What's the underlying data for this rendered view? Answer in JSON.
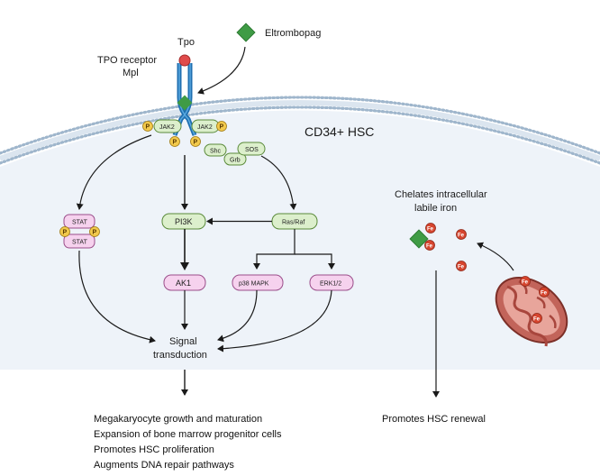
{
  "labels": {
    "tpo": "Tpo",
    "receptor_line1": "TPO receptor",
    "receptor_line2": "Mpl",
    "eltrombopag": "Eltrombopag",
    "cell": "CD34+ HSC",
    "chelates_line1": "Chelates intracellular",
    "chelates_line2": "labile iron",
    "signal_line1": "Signal",
    "signal_line2": "transduction"
  },
  "nodes": {
    "jak2_left": "JAK2",
    "jak2_right": "JAK2",
    "shc": "Shc",
    "grb": "Grb",
    "sos": "SOS",
    "stat_top": "STAT",
    "stat_bottom": "STAT",
    "pi3k": "PI3K",
    "ras_raf": "Ras/Raf",
    "ak1": "AK1",
    "p38": "p38 MAPK",
    "erk": "ERK1/2",
    "phospho": "P",
    "iron": "Fe"
  },
  "outcomes_left": [
    "Megakaryocyte growth and maturation",
    "Expansion of bone marrow  progenitor cells",
    "Promotes HSC proliferation",
    "Augments DNA repair pathways"
  ],
  "outcome_right": "Promotes HSC renewal",
  "colors": {
    "cell_fill": "#eef3f9",
    "membrane_dot": "#9fb6cc",
    "receptor": "#1f6fb0",
    "eltrombopag": "#3f9b45",
    "tpo": "#e04b4b",
    "phospho": "#f2c94c",
    "green_node": "#dcefcc",
    "pink_node": "#f6d2ee",
    "iron": "#d6452e",
    "mitochondria": "#c2645a"
  }
}
